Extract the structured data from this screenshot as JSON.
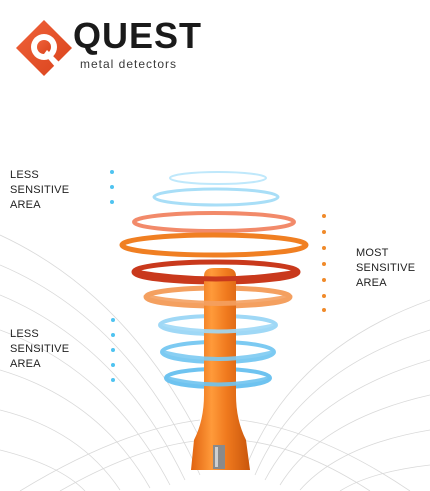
{
  "logo": {
    "brand": "QUEST",
    "tagline": "metal detectors",
    "accent_color": "#e8572a"
  },
  "labels": {
    "top_left": [
      "LESS",
      "SENSITIVE",
      "AREA"
    ],
    "right": [
      "MOST",
      "SENSITIVE",
      "AREA"
    ],
    "bottom_left": [
      "LESS",
      "SENSITIVE",
      "AREA"
    ]
  },
  "colors": {
    "probe": "#f07a1e",
    "probe_dark": "#c9560c",
    "less_sensitive": "#4fc3f0",
    "most_sensitive": "#f08a2a",
    "core_ring": "#c9391c"
  }
}
